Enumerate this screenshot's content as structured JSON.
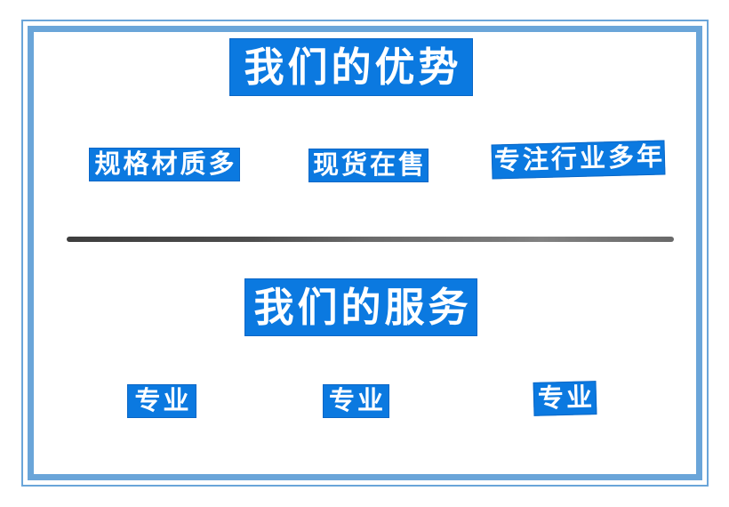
{
  "advantages": {
    "title": "我们的优势",
    "items": [
      "规格材质多",
      "现货在售",
      "专注行业多年"
    ]
  },
  "services": {
    "title": "我们的服务",
    "items": [
      "专业",
      "专业",
      "专业"
    ]
  },
  "colors": {
    "banner_background": "#0b79e0",
    "banner_text": "#ffffff",
    "frame_border": "#6aa5d9",
    "divider_gray": "#5f5f5f",
    "page_background": "#ffffff"
  }
}
